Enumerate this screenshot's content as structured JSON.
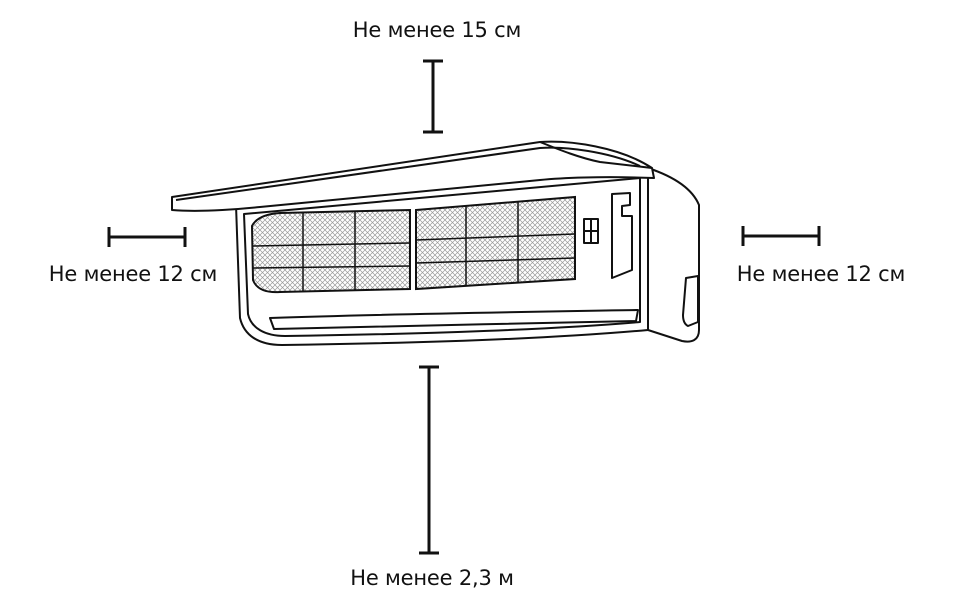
{
  "clearances": {
    "top": "Не менее 15 см",
    "left": "Не менее 12 см",
    "right": "Не менее 12 см",
    "bottom": "Не менее 2,3 м"
  },
  "colors": {
    "line": "#111111",
    "background": "#ffffff",
    "filter_mesh": "#d9d9d9"
  }
}
